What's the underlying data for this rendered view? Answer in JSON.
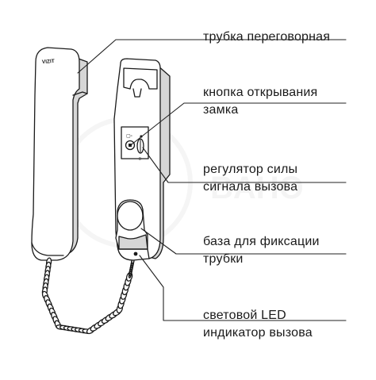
{
  "brand": "VIZIT",
  "watermark": "BAHO",
  "colors": {
    "stroke": "#1a1a1a",
    "leader": "#222222",
    "body_fill": "#ffffff",
    "shade_fill": "#d6d6d6",
    "watermark": "#ececec"
  },
  "callouts": [
    {
      "lines": [
        "трубка переговорная"
      ]
    },
    {
      "lines": [
        "кнопка открывания",
        "замка"
      ]
    },
    {
      "lines": [
        "регулятор силы",
        "сигнала вызова"
      ]
    },
    {
      "lines": [
        "база для фиксации",
        "трубки"
      ]
    },
    {
      "lines": [
        "световой LED",
        "индикатор вызова"
      ]
    }
  ]
}
